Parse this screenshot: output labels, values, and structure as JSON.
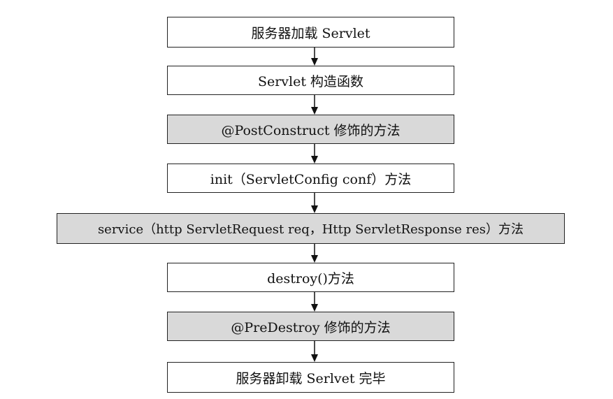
{
  "steps": [
    {
      "label": "服务器加载 Servlet",
      "shaded": false
    },
    {
      "label": "Servlet 构造函数",
      "shaded": false
    },
    {
      "label": "@PostConstruct 修饰的方法",
      "shaded": true
    },
    {
      "label": "init（ServletConfig conf）方法",
      "shaded": false
    },
    {
      "label": "service（http ServletRequest req，Http ServletResponse res）方法",
      "shaded": true
    },
    {
      "label": "destroy()方法",
      "shaded": false
    },
    {
      "label": "@PreDestroy 修饰的方法",
      "shaded": true
    },
    {
      "label": "服务器卸载 Serlvet 完毕",
      "shaded": false
    }
  ],
  "colors": {
    "border": "#222222",
    "shaded_fill": "#d9d9d9",
    "plain_fill": "#ffffff",
    "arrow": "#111111"
  }
}
